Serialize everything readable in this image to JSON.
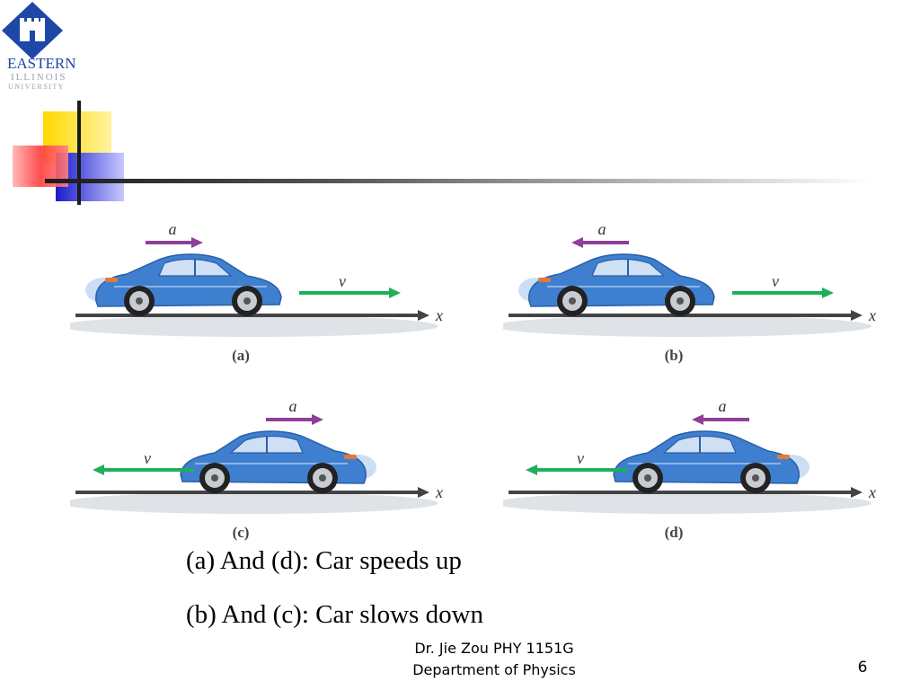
{
  "logo": {
    "line1": "EASTERN",
    "line2": "ILLINOIS",
    "line3": "UNIVERSITY"
  },
  "diagrams": {
    "accel_label": "a",
    "velocity_label": "v",
    "axis_label": "x",
    "panels": [
      {
        "label": "(a)",
        "velocity_direction": "right",
        "acceleration_direction": "right"
      },
      {
        "label": "(b)",
        "velocity_direction": "right",
        "acceleration_direction": "left"
      },
      {
        "label": "(c)",
        "velocity_direction": "left",
        "acceleration_direction": "right"
      },
      {
        "label": "(d)",
        "velocity_direction": "left",
        "acceleration_direction": "left"
      }
    ]
  },
  "captions": {
    "line1": "(a)  And (d): Car speeds up",
    "line2": "(b) And (c): Car slows down"
  },
  "footer": {
    "author": "Dr. Jie Zou   PHY 1151G",
    "department": "Department of Physics",
    "page": "6"
  },
  "colors": {
    "accel_arrow": "#8e3f98",
    "velocity_arrow": "#1fae5a",
    "car_body": "#3f7fcf",
    "logo_blue": "#1f47a8"
  }
}
